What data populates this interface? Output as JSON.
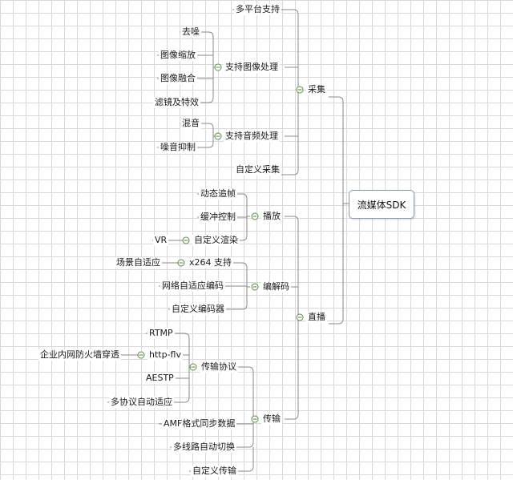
{
  "mindmap": {
    "root": "流媒体SDK",
    "branches": {
      "caiji": {
        "label": "采集",
        "items": {
          "multi_platform": "多平台支持",
          "image_processing": {
            "label": "支持图像处理",
            "children": [
              "去噪",
              "图像缩放",
              "图像融合",
              "滤镜及特效"
            ]
          },
          "audio_processing": {
            "label": "支持音频处理",
            "children": [
              "混音",
              "噪音抑制"
            ]
          },
          "custom_capture": "自定义采集"
        }
      },
      "zhibo": {
        "label": "直播",
        "items": {
          "playback": {
            "label": "播放",
            "children": [
              "动态追帧",
              "缓冲控制"
            ],
            "custom_render": {
              "label": "自定义渲染",
              "children": [
                "VR"
              ]
            }
          },
          "codec": {
            "label": "编解码",
            "x264": {
              "label": "x264 支持",
              "children": [
                "场景自适应"
              ]
            },
            "children": [
              "网络自适应编码",
              "自定义编码器"
            ]
          },
          "transport": {
            "label": "传输",
            "protocol": {
              "label": "传输协议",
              "rtmp": "RTMP",
              "http_flv": {
                "label": "http-flv",
                "children": [
                  "企业内网防火墙穿透"
                ]
              },
              "aestp": "AESTP",
              "auto_adapt": "多协议自动适应"
            },
            "children": [
              "AMF格式同步数据",
              "多线路自动切换",
              "自定义传输"
            ]
          }
        }
      }
    }
  }
}
